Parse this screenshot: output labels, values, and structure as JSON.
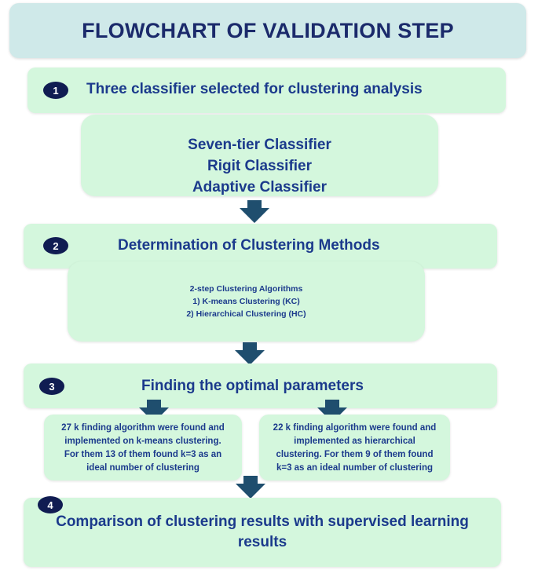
{
  "title": "FLOWCHART OF VALIDATION STEP",
  "steps": [
    {
      "number": "1",
      "title": "Three classifier selected for clustering analysis"
    },
    {
      "number": "2",
      "title": "Determination of Clustering Methods"
    },
    {
      "number": "3",
      "title": "Finding the optimal parameters"
    },
    {
      "number": "4",
      "title_line1": "Comparison of clustering results with  supervised learning",
      "title_line2": "results"
    }
  ],
  "classifiers": [
    "Seven-tier Classifier",
    "Rigit Classifier",
    "Adaptive Classifier"
  ],
  "methods": {
    "heading": "2-step Clustering Algorithms",
    "items": [
      "1)    K-means Clustering (KC)",
      "2)    Hierarchical Clustering (HC)"
    ]
  },
  "findings": {
    "left": [
      "27 k finding algorithm were found and",
      "implemented on k-means clustering.",
      "For them 13 of them found k=3 as an",
      "ideal number of clustering"
    ],
    "right": [
      "22 k finding algorithm were found and",
      "implemented as hierarchical",
      "clustering. For them 9  of them found",
      "k=3 as an ideal number of clustering"
    ]
  },
  "colors": {
    "title_bg": "#cfe9e9",
    "box_bg": "#d4f7dd",
    "badge": "#101c52",
    "text": "#1b3a8c",
    "arrow": "#1f4e6e"
  }
}
